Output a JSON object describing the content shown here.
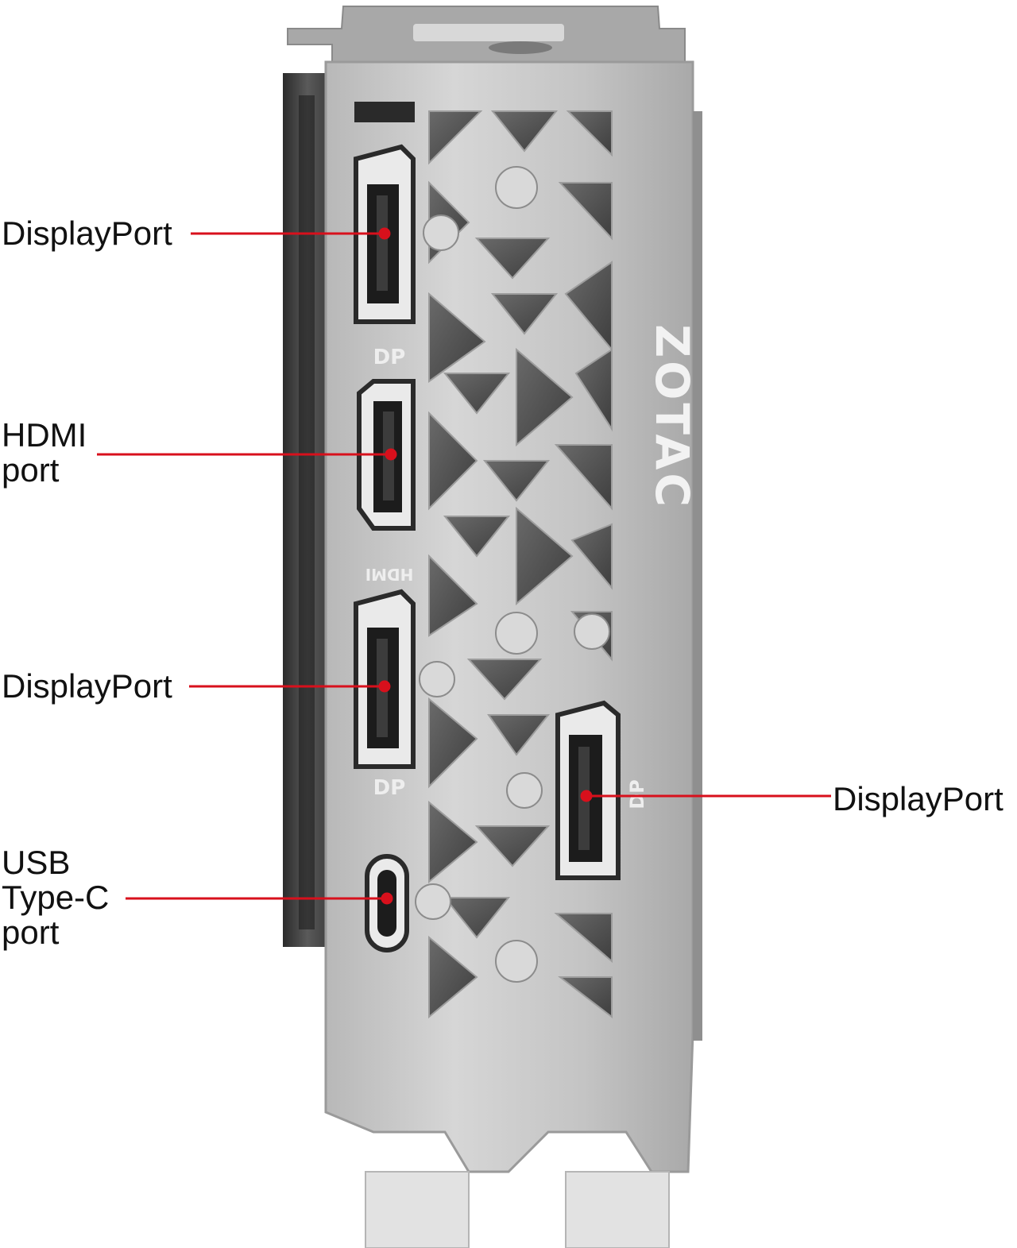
{
  "callouts": {
    "dp_top": "DisplayPort",
    "hdmi": "HDMI\nport",
    "dp_middle": "DisplayPort",
    "dp_right": "DisplayPort",
    "usbc": "USB\nType-C\nport"
  },
  "engravings": {
    "dp_top": "DP",
    "hdmi": "HDMI",
    "dp_middle": "DP",
    "dp_right": "DP",
    "brand": "ZOTAC"
  },
  "colors": {
    "leader_line": "#d8101c",
    "bracket": "#c9c9c9",
    "bracket_edge": "#9a9a9a",
    "port_frame": "#2a2a2a"
  }
}
